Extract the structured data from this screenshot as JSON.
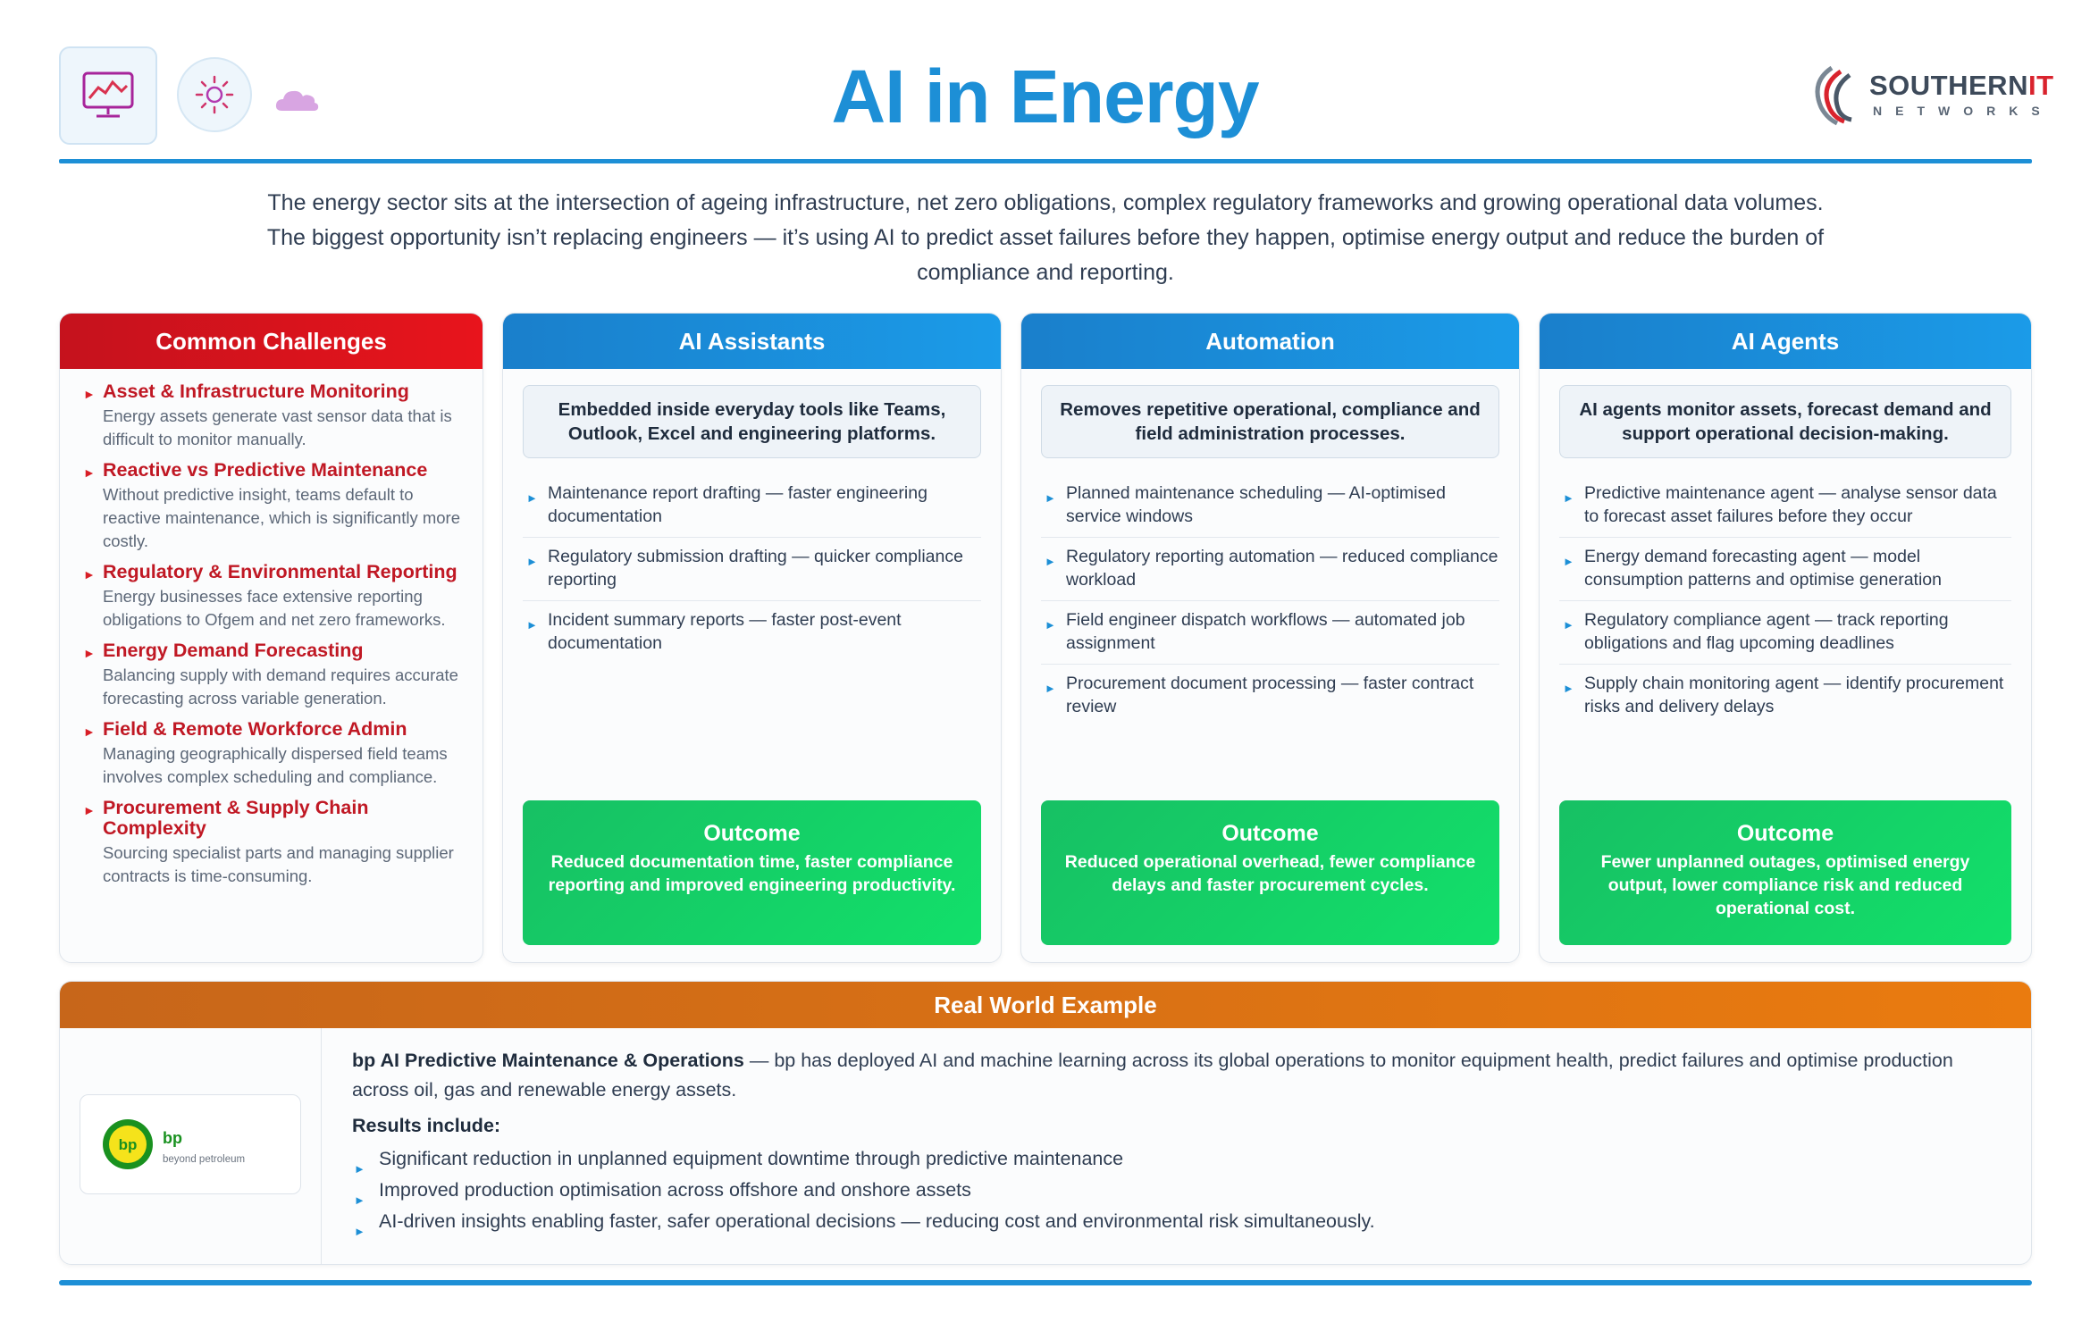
{
  "header": {
    "title": "AI in Energy",
    "logo_main": "SOUTHERN",
    "logo_accent": "IT",
    "logo_sub": "NETWORKS",
    "icons": [
      "monitor-chart-icon",
      "sun-icon",
      "cloud-icon"
    ]
  },
  "intro": {
    "line1": "The energy sector sits at the intersection of ageing infrastructure, net zero obligations, complex regulatory frameworks and growing operational data volumes.",
    "line2": "The biggest opportunity isn’t replacing engineers — it’s using AI to predict asset failures before they happen, optimise energy output and reduce the burden of compliance and reporting."
  },
  "challenges": {
    "heading": "Common Challenges",
    "items": [
      {
        "title": "Asset & Infrastructure Monitoring",
        "desc": "Energy assets generate vast sensor data that is difficult to monitor manually."
      },
      {
        "title": "Reactive vs Predictive Maintenance",
        "desc": "Without predictive insight, teams default to reactive maintenance, which is significantly more costly."
      },
      {
        "title": "Regulatory & Environmental Reporting",
        "desc": "Energy businesses face extensive reporting obligations to Ofgem and net zero frameworks."
      },
      {
        "title": "Energy Demand Forecasting",
        "desc": "Balancing supply with demand requires accurate forecasting across variable generation."
      },
      {
        "title": "Field & Remote Workforce Admin",
        "desc": "Managing geographically dispersed field teams involves complex scheduling and compliance."
      },
      {
        "title": "Procurement & Supply Chain Complexity",
        "desc": "Sourcing specialist parts and managing supplier contracts is time-consuming."
      }
    ]
  },
  "assistants": {
    "heading": "AI Assistants",
    "summary": "Embedded inside everyday tools like Teams, Outlook, Excel and engineering platforms.",
    "items": [
      "Maintenance report drafting — faster engineering documentation",
      "Regulatory submission drafting — quicker compliance reporting",
      "Incident summary reports — faster post-event documentation"
    ],
    "outcome_title": "Outcome",
    "outcome_text": "Reduced documentation time, faster compliance reporting and improved engineering productivity."
  },
  "automation": {
    "heading": "Automation",
    "summary": "Removes repetitive operational, compliance and field administration processes.",
    "items": [
      "Planned maintenance scheduling — AI-optimised service windows",
      "Regulatory reporting automation — reduced compliance workload",
      "Field engineer dispatch workflows — automated job assignment",
      "Procurement document processing — faster contract review"
    ],
    "outcome_title": "Outcome",
    "outcome_text": "Reduced operational overhead, fewer compliance delays and faster procurement cycles."
  },
  "agents": {
    "heading": "AI Agents",
    "summary": "AI agents monitor assets, forecast demand and support operational decision-making.",
    "items": [
      "Predictive maintenance agent — analyse sensor data to forecast asset failures before they occur",
      "Energy demand forecasting agent — model consumption patterns and optimise generation",
      "Regulatory compliance agent — track reporting obligations and flag upcoming deadlines",
      "Supply chain monitoring agent — identify procurement risks and delivery delays"
    ],
    "outcome_title": "Outcome",
    "outcome_text": "Fewer unplanned outages, optimised energy output, lower compliance risk and reduced operational cost."
  },
  "example": {
    "heading": "Real World Example",
    "company_mark": "bp",
    "company_name": "bp",
    "company_tagline": "beyond petroleum",
    "lead": "bp AI Predictive Maintenance & Operations",
    "desc": " — bp has deployed AI and machine learning across its global operations to monitor equipment health, predict failures and optimise production across oil, gas and renewable energy assets.",
    "results_label": "Results include:",
    "results": [
      "Significant reduction in unplanned equipment downtime through predictive maintenance",
      "Improved production optimisation across offshore and onshore assets",
      "AI-driven insights enabling faster, safer operational decisions — reducing cost and environmental risk simultaneously."
    ]
  },
  "colors": {
    "accent_blue": "#1d8fd6",
    "challenge_red": "#c01824",
    "outcome_green": "#17c064",
    "example_orange": "#ea7b0f"
  }
}
